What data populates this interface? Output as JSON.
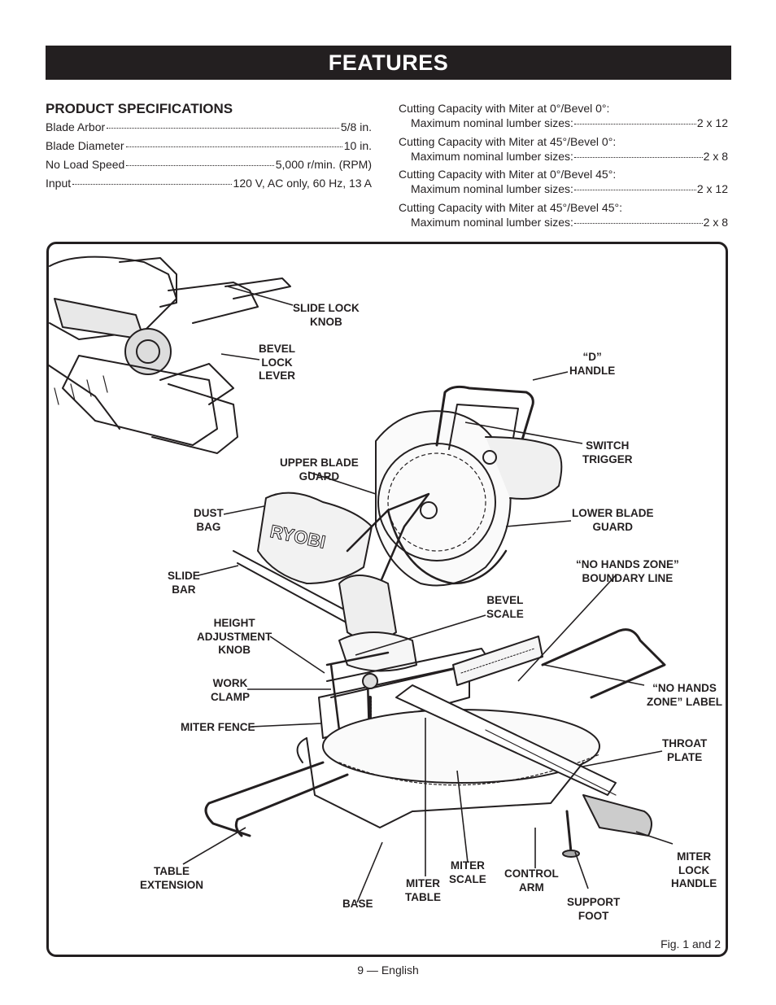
{
  "page": {
    "title": "FEATURES",
    "figure_caption": "Fig. 1 and 2",
    "footer": "9 — English"
  },
  "specs": {
    "heading": "PRODUCT SPECIFICATIONS",
    "rows": [
      {
        "label": "Blade Arbor",
        "value": "5/8 in."
      },
      {
        "label": "Blade Diameter",
        "value": "10 in."
      },
      {
        "label": "No Load Speed",
        "value": "5,000 r/min. (RPM)"
      },
      {
        "label": "Input",
        "value": "120 V, AC only, 60 Hz, 13 A"
      }
    ]
  },
  "capacity": [
    {
      "line1": "Cutting Capacity with Miter at 0°/Bevel 0°:",
      "label": "Maximum nominal lumber sizes:",
      "value": "2 x 12"
    },
    {
      "line1": "Cutting Capacity with Miter at 45°/Bevel 0°:",
      "label": "Maximum nominal lumber sizes:",
      "value": "2 x 8"
    },
    {
      "line1": "Cutting Capacity with Miter at 0°/Bevel 45°:",
      "label": "Maximum nominal lumber sizes:",
      "value": "2 x 12"
    },
    {
      "line1": "Cutting Capacity with Miter at 45°/Bevel 45°:",
      "label": "Maximum nominal lumber sizes:",
      "value": "2 x 8"
    }
  ],
  "callouts": {
    "slide_lock_knob": "SLIDE LOCK\nKNOB",
    "bevel_lock_lever": "BEVEL\nLOCK\nLEVER",
    "d_handle": "“D”\nHANDLE",
    "switch_trigger": "SWITCH\nTRIGGER",
    "upper_blade_guard": "UPPER BLADE\nGUARD",
    "dust_bag": "DUST\nBAG",
    "lower_blade_guard": "LOWER BLADE\nGUARD",
    "no_hands_zone_line": "“NO HANDS ZONE”\nBOUNDARY LINE",
    "slide_bar": "SLIDE\nBAR",
    "bevel_scale": "BEVEL\nSCALE",
    "height_adjustment_knob": "HEIGHT\nADJUSTMENT\nKNOB",
    "work_clamp": "WORK\nCLAMP",
    "no_hands_zone_label": "“NO HANDS\nZONE” LABEL",
    "miter_fence": "MITER FENCE",
    "throat_plate": "THROAT\nPLATE",
    "table_extension": "TABLE\nEXTENSION",
    "base": "BASE",
    "miter_table": "MITER\nTABLE",
    "miter_scale": "MITER\nSCALE",
    "control_arm": "CONTROL\nARM",
    "support_foot": "SUPPORT\nFOOT",
    "miter_lock_handle": "MITER\nLOCK\nHANDLE"
  },
  "logo_text": "RYOBI"
}
